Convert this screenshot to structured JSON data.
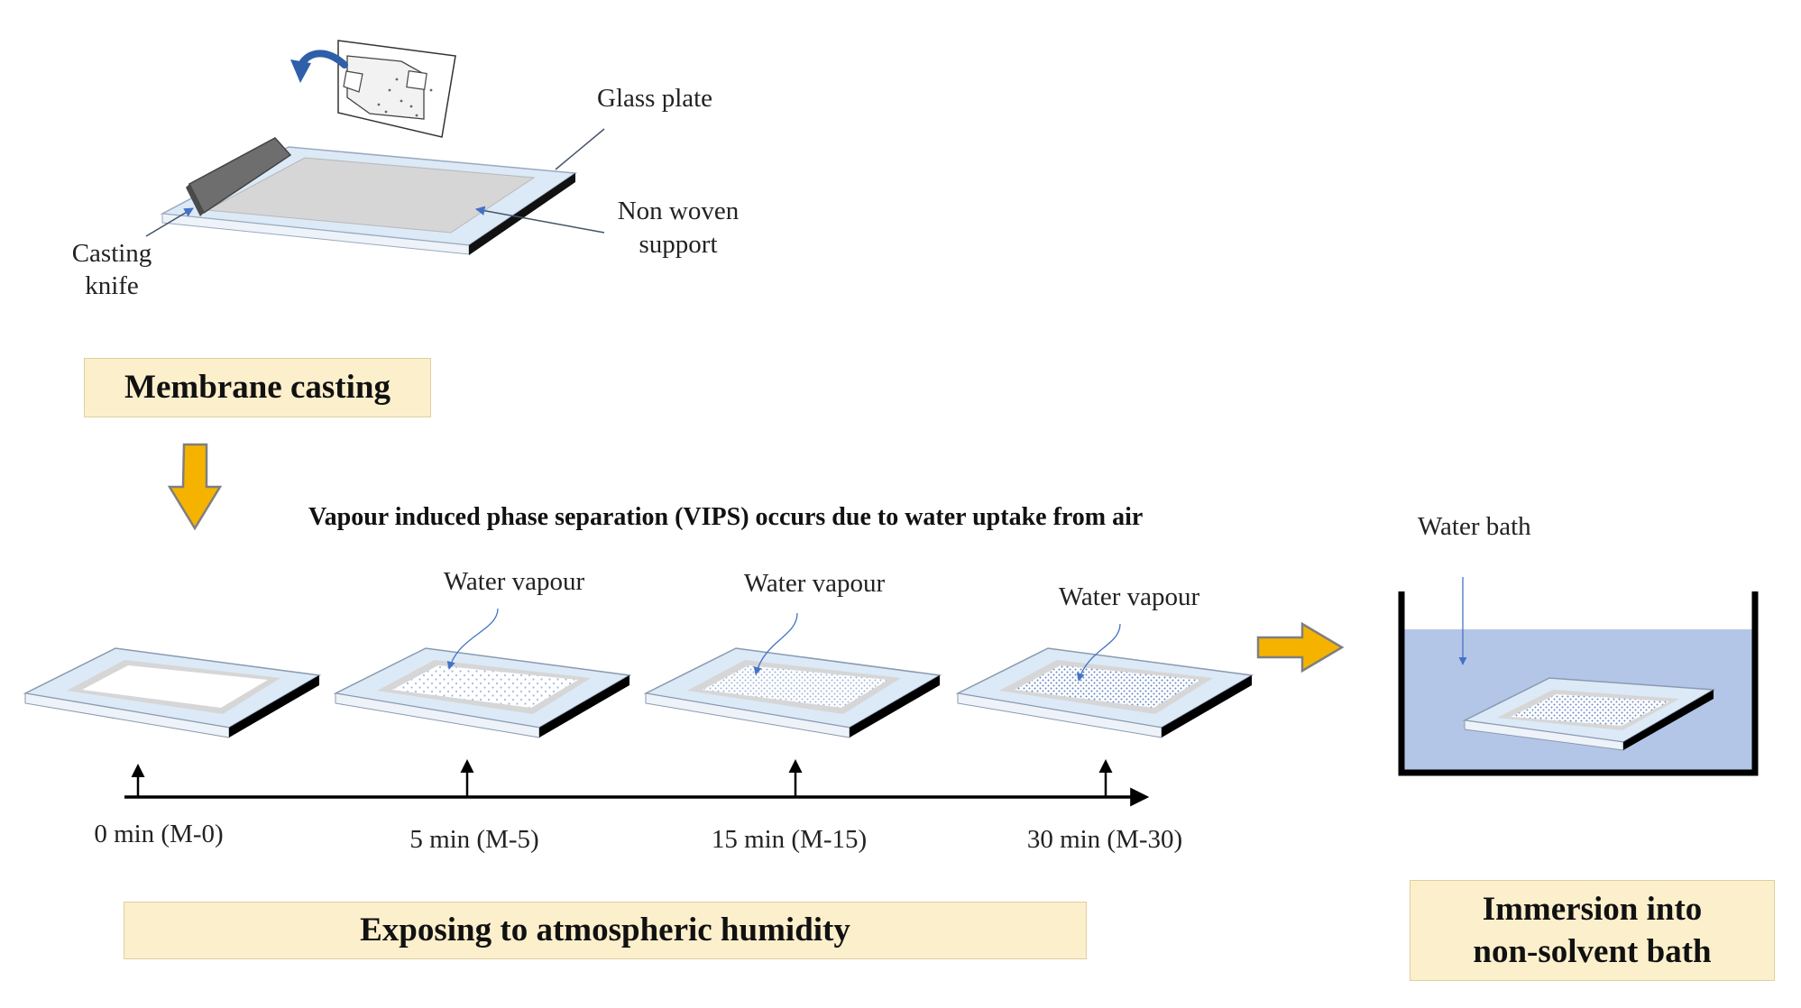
{
  "casting": {
    "glass_plate_label": "Glass plate",
    "nonwoven_label_line1": "Non woven",
    "nonwoven_label_line2": "support",
    "knife_label_line1": "Casting",
    "knife_label_line2": "knife",
    "stage_title": "Membrane casting"
  },
  "vips": {
    "heading": "Vapour induced phase separation (VIPS) occurs due to water uptake from air",
    "vapour_labels": [
      "Water vapour",
      "Water vapour",
      "Water vapour"
    ],
    "time_labels": [
      "0 min (M-0)",
      "5 min (M-5)",
      "15 min (M-15)",
      "30 min (M-30)"
    ],
    "stage_title": "Exposing to atmospheric humidity"
  },
  "immersion": {
    "bath_label": "Water bath",
    "stage_title_line1": "Immersion into",
    "stage_title_line2": "non-solvent bath"
  },
  "colors": {
    "stage_box_fill": "#fcefcc",
    "flow_arrow_fill": "#f5b300",
    "water_fill": "#b4c6e7",
    "glass_edge": "#dce9f7",
    "support_fill": "#d6d6d6",
    "knife_fill": "#6e6e6e",
    "vapour_arrow": "#4472c4"
  }
}
